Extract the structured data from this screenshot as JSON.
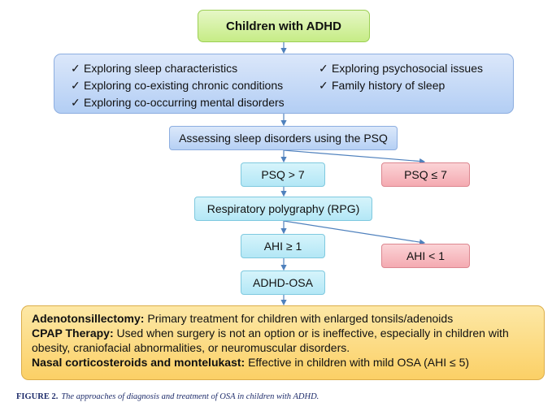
{
  "title": "Children with ADHD",
  "exploration": {
    "left": [
      "Exploring sleep characteristics",
      "Exploring co-existing chronic conditions",
      "Exploring co-occurring mental disorders"
    ],
    "right": [
      "Exploring psychosocial issues",
      "Family history of sleep"
    ],
    "check_symbol": "✓"
  },
  "assessment": "Assessing sleep disorders using the PSQ",
  "psq_high": "PSQ > 7",
  "psq_low": "PSQ ≤ 7",
  "rpg": "Respiratory polygraphy (RPG)",
  "ahi_high": "AHI ≥ 1",
  "ahi_low": "AHI < 1",
  "diagnosis": "ADHD-OSA",
  "treatments": [
    {
      "name": "Adenotonsillectomy:",
      "text": " Primary treatment for children with enlarged tonsils/adenoids"
    },
    {
      "name": "CPAP Therapy:",
      "text": " Used when surgery is not an option or is ineffective, especially in children with"
    },
    {
      "name": "",
      "text": "obesity, craniofacial abnormalities, or neuromuscular disorders."
    },
    {
      "name": "Nasal corticosteroids and montelukast:",
      "text": " Effective in children with mild OSA (AHI ≤ 5)"
    }
  ],
  "caption": {
    "label": "FIGURE 2.",
    "text": "The approaches of diagnosis and treatment of OSA in children with ADHD."
  },
  "colors": {
    "arrow": "#4f81bd",
    "top_node": "#c6ec86",
    "exploration_box": "#b3cef4",
    "positive_box": "#b3e7f6",
    "negative_box": "#f4aab1",
    "treatment_box": "#fbd066",
    "caption_text": "#1f2d6b"
  }
}
